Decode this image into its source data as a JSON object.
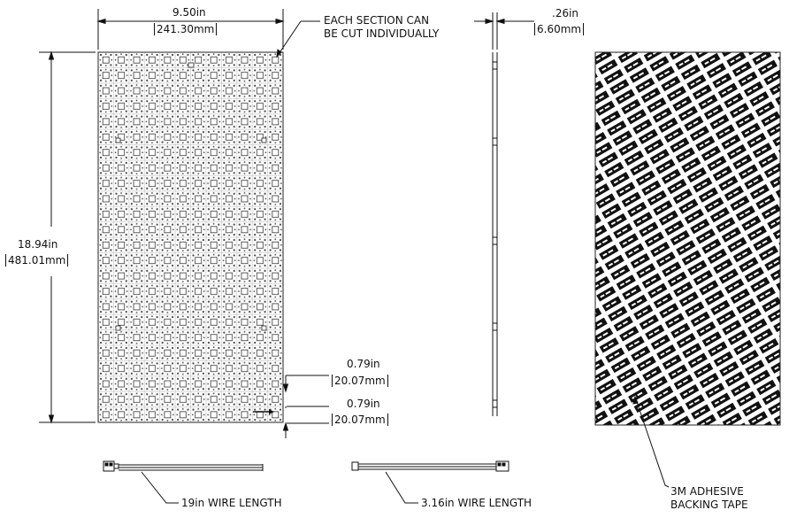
{
  "panel": {
    "width_in": "9.50in",
    "width_mm": "241.30mm",
    "height_in": "18.94in",
    "height_mm": "481.01mm",
    "section_note_line1": "EACH SECTION CAN",
    "section_note_line2": "BE CUT INDIVIDUALLY",
    "grid_columns": 12,
    "grid_rows": 24
  },
  "side_view": {
    "thickness_in": ".26in",
    "thickness_mm": "6.60mm"
  },
  "pitch": {
    "horizontal_in": "0.79in",
    "horizontal_mm": "20.07mm",
    "vertical_in": "0.79in",
    "vertical_mm": "20.07mm"
  },
  "wires": {
    "left_label": "19in WIRE LENGTH",
    "right_label": "3.16in WIRE LENGTH"
  },
  "backing": {
    "label_line1": "3M ADHESIVE",
    "label_line2": "BACKING TAPE"
  }
}
